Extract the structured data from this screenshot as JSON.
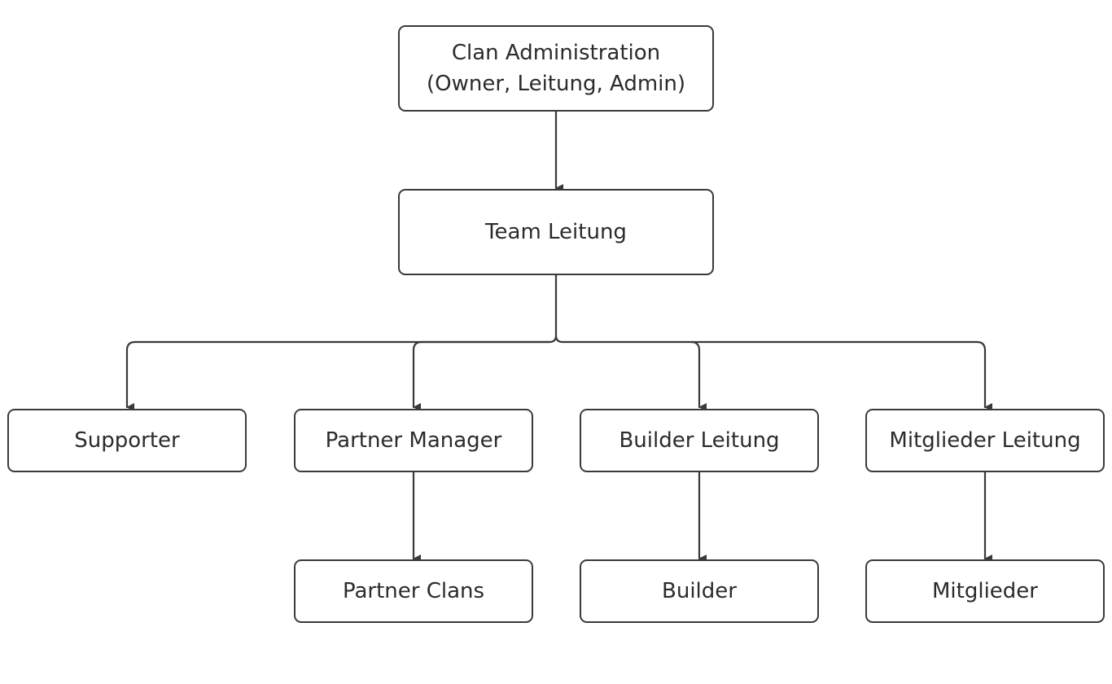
{
  "nodes": {
    "admin": {
      "line1": "Clan Administration",
      "line2": "(Owner, Leitung, Admin)"
    },
    "team_leitung": "Team Leitung",
    "supporter": "Supporter",
    "partner_manager": "Partner Manager",
    "builder_leitung": "Builder Leitung",
    "mitglieder_leitung": "Mitglieder Leitung",
    "partner_clans": "Partner Clans",
    "builder": "Builder",
    "mitglieder": "Mitglieder"
  },
  "colors": {
    "stroke": "#3a3a3a",
    "text": "#2b2b2b",
    "background": "#ffffff"
  }
}
